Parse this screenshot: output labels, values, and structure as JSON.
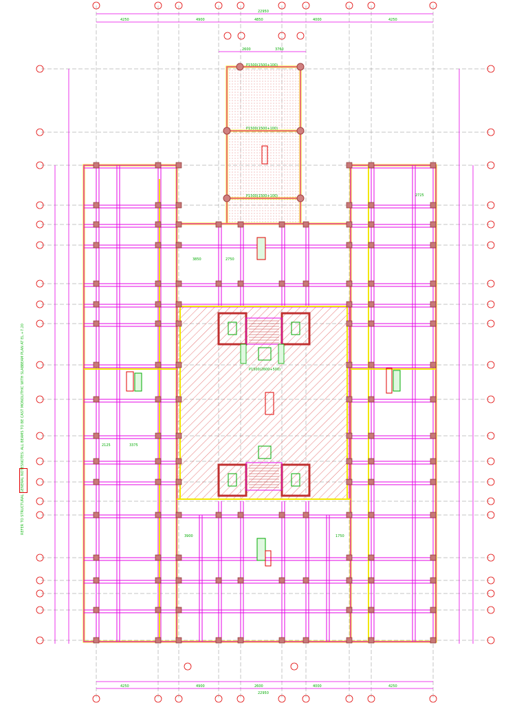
{
  "colors": {
    "beam": "#e600e6",
    "wall": "#f2e600",
    "grid": "#888888",
    "marker": "#e00000",
    "text": "#00aa00",
    "hatch": "#e05050",
    "dim": "#e600e6"
  },
  "top_dims": {
    "segments": [
      "4250",
      "4900",
      "4850",
      "4000",
      "4250"
    ],
    "total": "22950",
    "sub": [
      "2600",
      "3760"
    ]
  },
  "bottom_dims": {
    "segments": [
      "4250",
      "4900",
      "2600",
      "4000",
      "4250"
    ],
    "total": "22950"
  },
  "rooms": {
    "stair_top": "P1500(1500+100)",
    "stair_mid": "P1500(1500+100)",
    "stair_bot": "P1500(1500+100)",
    "hall_mark": "P1500(2600+500)",
    "r1": "3850",
    "r2": "2750",
    "r3": "2125",
    "r4": "3375",
    "r5": "1750",
    "r6": "2725",
    "r7": "3900"
  },
  "side_note_lines": [
    "BEAM PLAN AT EL.+7.20",
    "NOTES: ALL BEAMS TO BE CAST MONOLITHIC WITH SLAB",
    "REFER TO STRUCTURAL GENERAL NOTES"
  ]
}
